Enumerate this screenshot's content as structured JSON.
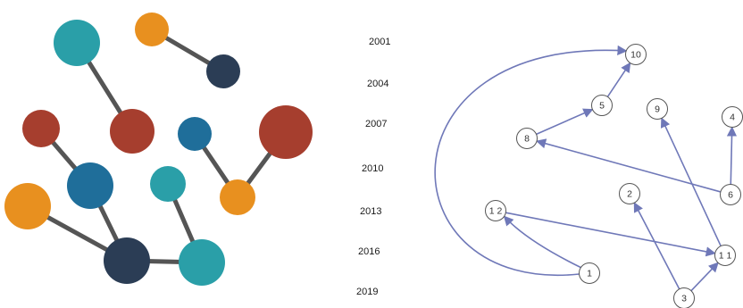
{
  "illustration": {
    "edge_color": "#555555",
    "palette": {
      "teal": "#2a9fa8",
      "orange": "#e8901f",
      "navy": "#2b3d55",
      "rust": "#a63e2e",
      "blue": "#1f6e9a"
    },
    "nodes": [
      {
        "color": "teal"
      },
      {
        "color": "orange"
      },
      {
        "color": "navy"
      },
      {
        "color": "rust"
      },
      {
        "color": "rust"
      },
      {
        "color": "blue"
      },
      {
        "color": "rust"
      },
      {
        "color": "blue"
      },
      {
        "color": "teal"
      },
      {
        "color": "orange"
      },
      {
        "color": "orange"
      },
      {
        "color": "navy"
      },
      {
        "color": "teal"
      }
    ]
  },
  "timeline": {
    "years": [
      "2001",
      "2004",
      "2007",
      "2010",
      "2013",
      "2016",
      "2019"
    ]
  },
  "graph": {
    "edge_color": "#6f78b8",
    "nodes": [
      {
        "id": "1",
        "label": "1"
      },
      {
        "id": "2",
        "label": "2"
      },
      {
        "id": "3",
        "label": "3"
      },
      {
        "id": "4",
        "label": "4"
      },
      {
        "id": "5",
        "label": "5"
      },
      {
        "id": "6",
        "label": "6"
      },
      {
        "id": "8",
        "label": "8"
      },
      {
        "id": "9",
        "label": "9"
      },
      {
        "id": "10",
        "label": "10"
      },
      {
        "id": "11",
        "label": "1 1"
      },
      {
        "id": "12",
        "label": "1 2"
      }
    ],
    "edges": [
      {
        "from": "1",
        "to": "10"
      },
      {
        "from": "8",
        "to": "5"
      },
      {
        "from": "5",
        "to": "10"
      },
      {
        "from": "6",
        "to": "8"
      },
      {
        "from": "6",
        "to": "4"
      },
      {
        "from": "11",
        "to": "9"
      },
      {
        "from": "12",
        "to": "11"
      },
      {
        "from": "1",
        "to": "12"
      },
      {
        "from": "3",
        "to": "2"
      },
      {
        "from": "3",
        "to": "11"
      }
    ]
  }
}
